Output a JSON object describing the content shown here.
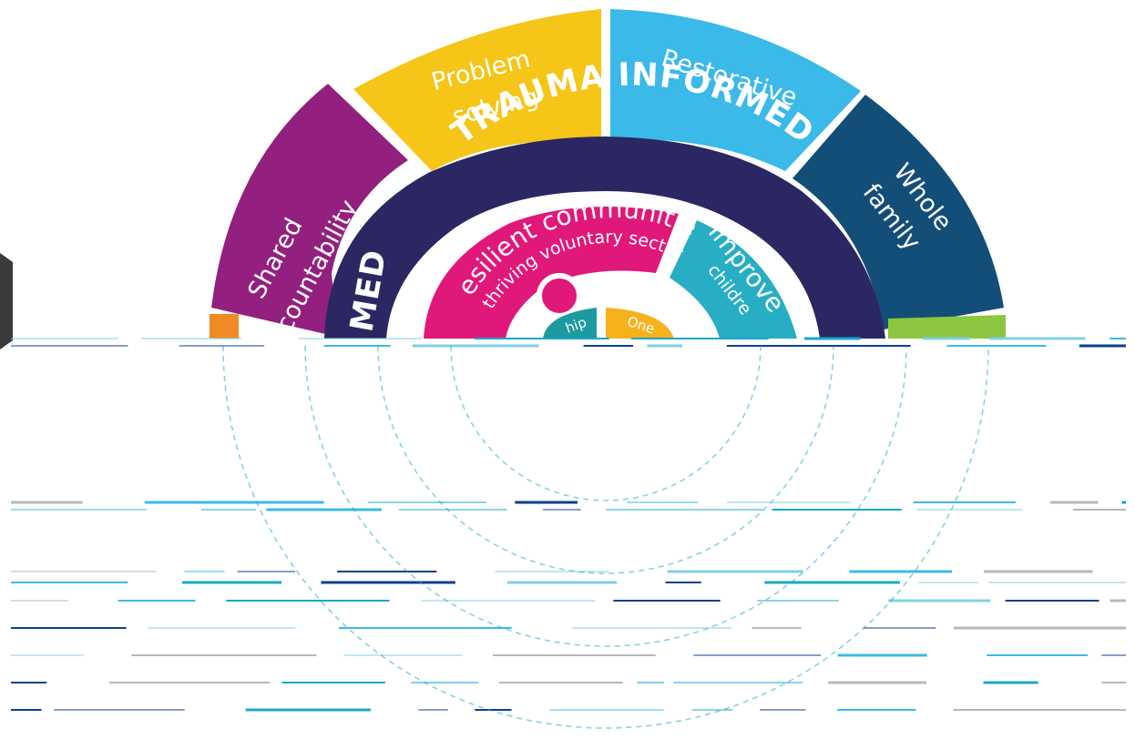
{
  "diagram": {
    "outer_segments": [
      {
        "label_lines": [
          "Shared",
          "accountability"
        ],
        "color": "#93207e"
      },
      {
        "label_lines": [
          "Problem",
          "solving"
        ],
        "color": "#f5c518"
      },
      {
        "label_lines": [
          "Restorative"
        ],
        "color": "#3bb9e9"
      },
      {
        "label_lines": [
          "Whole",
          "family"
        ],
        "color": "#124e78"
      }
    ],
    "outer_edge_colors": {
      "left": "#f08a24",
      "right": "#8cc63f"
    },
    "middle_ring": {
      "label_top": "TRAUMA INFORMED",
      "label_left": "MED",
      "color": "#2a2762"
    },
    "inner_segments": [
      {
        "label": "Resilient communities",
        "sublabel": "thriving voluntary sector",
        "color": "#e0187a"
      },
      {
        "label": "Improve",
        "sublabel": "childre",
        "color": "#27aec4"
      }
    ],
    "core_segments": [
      {
        "label": "hip",
        "color": "#1c9aa0"
      },
      {
        "label": "One",
        "color": "#f5b21b"
      }
    ],
    "left_chevron_color": "#3a3a3a",
    "glitch_colors": [
      "#1aa7c9",
      "#0d3f8c",
      "#7fd0e0",
      "#b8b8b8",
      "#3bb9e9"
    ]
  }
}
